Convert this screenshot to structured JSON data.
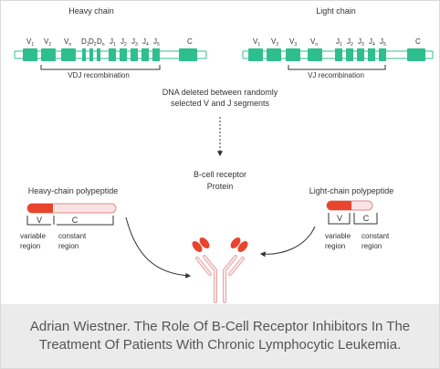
{
  "heavy": {
    "title": "Heavy chain",
    "segments": {
      "v1": "V",
      "v1s": "1",
      "v2": "V",
      "v2s": "2",
      "vn": "V",
      "vns": "n",
      "d1": "D",
      "d1s": "1",
      "d2": "D",
      "d2s": "2",
      "dn": "D",
      "dns": "n",
      "j1": "J",
      "j1s": "1",
      "j2": "J",
      "j2s": "2",
      "j3": "J",
      "j3s": "3",
      "j4": "J",
      "j4s": "4",
      "j5": "J",
      "j5s": "5",
      "c": "C"
    },
    "recombination": "VDJ recombination"
  },
  "light": {
    "title": "Light chain",
    "segments": {
      "v1": "V",
      "v1s": "1",
      "v2": "V",
      "v2s": "2",
      "v3": "V",
      "v3s": "3",
      "vn": "V",
      "vns": "n",
      "j1": "J",
      "j1s": "1",
      "j2": "J",
      "j2s": "2",
      "j3": "J",
      "j3s": "3",
      "j4": "J",
      "j4s": "4",
      "j5": "J",
      "j5s": "5",
      "c": "C"
    },
    "recombination": "VJ recombination"
  },
  "dna_deleted": [
    "DNA deleted between randomly",
    "selected V and J segments"
  ],
  "receptor": [
    "B-cell receptor",
    "Protein"
  ],
  "heavy_polypeptide": {
    "title": "Heavy-chain polypeptide",
    "v": "V",
    "c": "C",
    "variable": [
      "variable",
      "region"
    ],
    "constant": [
      "constant",
      "region"
    ]
  },
  "light_polypeptide": {
    "title": "Light-chain polypeptide",
    "v": "V",
    "c": "C",
    "variable": [
      "variable",
      "region"
    ],
    "constant": [
      "constant",
      "region"
    ]
  },
  "caption": "Adrian Wiestner. The Role Of B-Cell Receptor Inhibitors In The Treatment Of Patients With Chronic Lymphocytic Leukemia.",
  "colors": {
    "segment": "#2fbf8f",
    "variable": "#e8452c",
    "constant_fill": "#fbe3e3",
    "constant_stroke": "#d98c8c",
    "line": "#333333"
  }
}
